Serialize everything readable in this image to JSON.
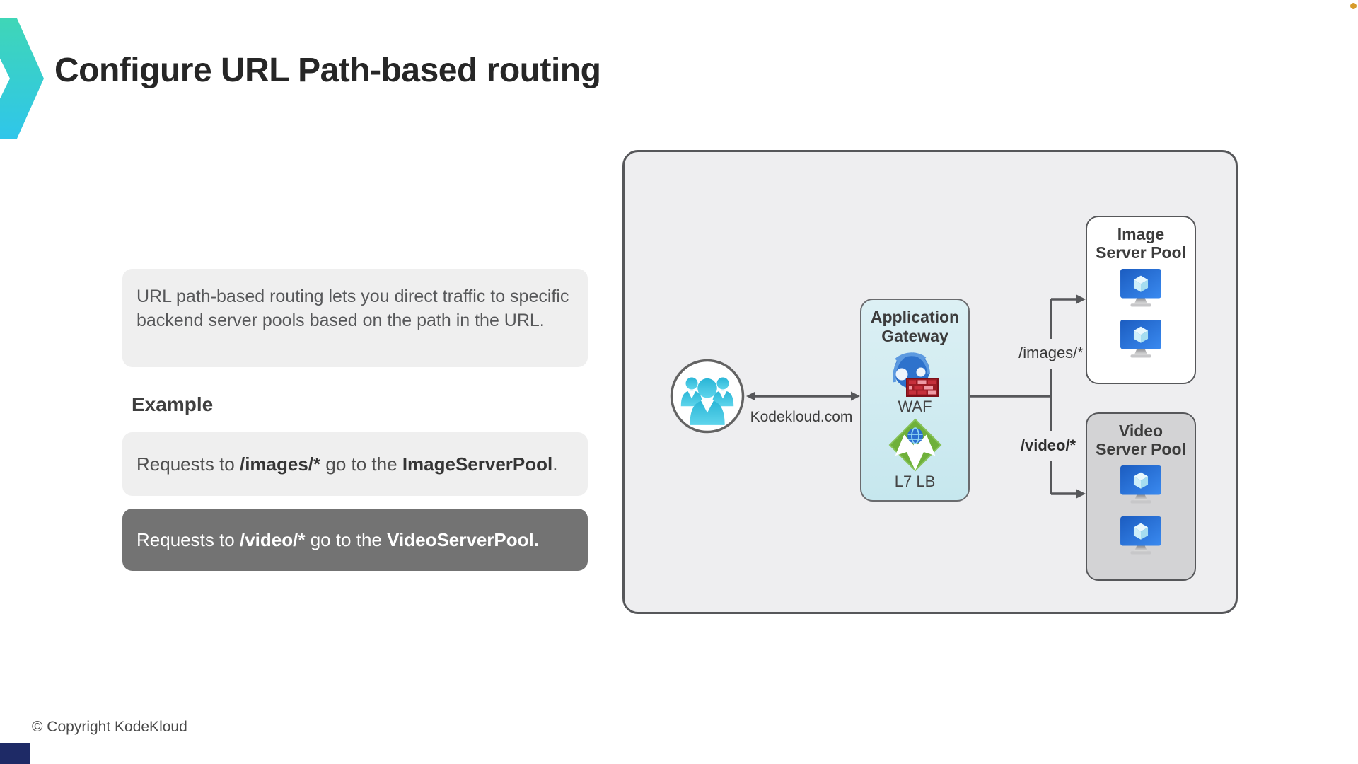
{
  "slide": {
    "title": "Configure URL Path-based routing",
    "copyright": "© Copyright KodeKloud"
  },
  "description": "URL path-based routing lets you direct traffic to specific backend server pools based on the path in the URL.",
  "example": {
    "heading": "Example",
    "items": [
      {
        "prefix": "Requests to ",
        "path": "/images/*",
        "middle": " go to the ",
        "pool": "ImageServerPool",
        "suffix": "."
      },
      {
        "prefix": "Requests to ",
        "path": "/video/*",
        "middle": " go to the ",
        "pool": "VideoServerPool.",
        "suffix": ""
      }
    ]
  },
  "diagram": {
    "client_label": "Kodekloud.com",
    "gateway": {
      "title_line1": "Application",
      "title_line2": "Gateway",
      "waf_label": "WAF",
      "lb_label": "L7 LB"
    },
    "routes": [
      {
        "path": "/images/*"
      },
      {
        "path": "/video/*"
      }
    ],
    "pools": [
      {
        "name_line1": "Image",
        "name_line2": "Server Pool"
      },
      {
        "name_line1": "Video",
        "name_line2": "Server Pool"
      }
    ]
  },
  "icons": {
    "logo": "kodekloud-chevron-icon",
    "client": "users-icon",
    "waf": "firewall-globe-icon",
    "lb": "load-balancer-icon",
    "server": "virtual-machine-icon"
  },
  "colors": {
    "logo_teal_top": "#3fd6b7",
    "logo_cyan_bottom": "#2fc6ea",
    "panel_bg": "#eeeef0",
    "panel_border": "#56575a",
    "light_box_bg": "#efefef",
    "highlight_box_bg": "#737373",
    "gateway_bg_top": "#dcf0f4",
    "gateway_bg_bottom": "#c6e7ee",
    "video_pool_bg": "#d3d3d5",
    "connector": "#56575a",
    "person_cyan": "#35c4de",
    "vm_blue": "#2a74d8",
    "waf_brick_red": "#c6303b",
    "lb_green": "#6fb03a",
    "corner_square_navy": "#1e2a66",
    "corner_dot_amber": "#d79b2b"
  }
}
